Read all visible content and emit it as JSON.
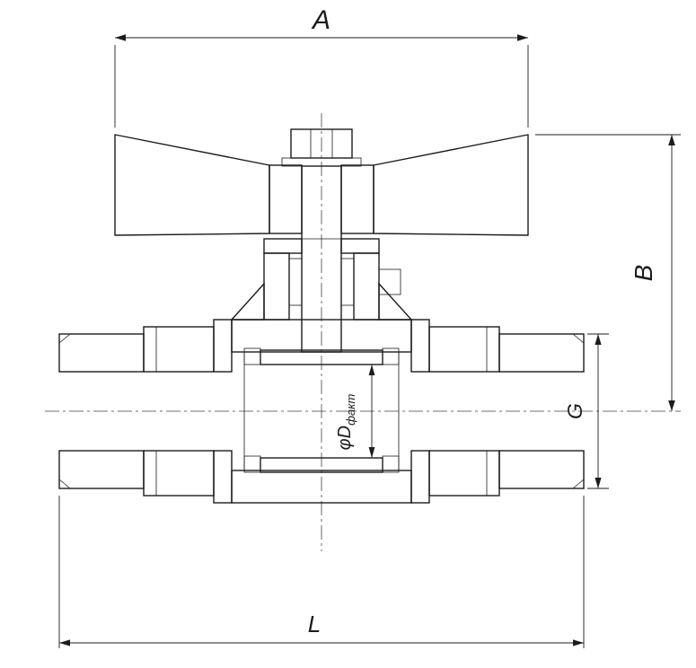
{
  "drawing": {
    "background": "#ffffff",
    "line_color": "#1c1c1c"
  },
  "dimensions": {
    "width_a": {
      "label": "A"
    },
    "height_b": {
      "label": "B"
    },
    "thread_g": {
      "label": "G"
    },
    "length_l": {
      "label": "L"
    },
    "bore_diameter": {
      "symbol": "φD",
      "subscript": "факт"
    }
  }
}
